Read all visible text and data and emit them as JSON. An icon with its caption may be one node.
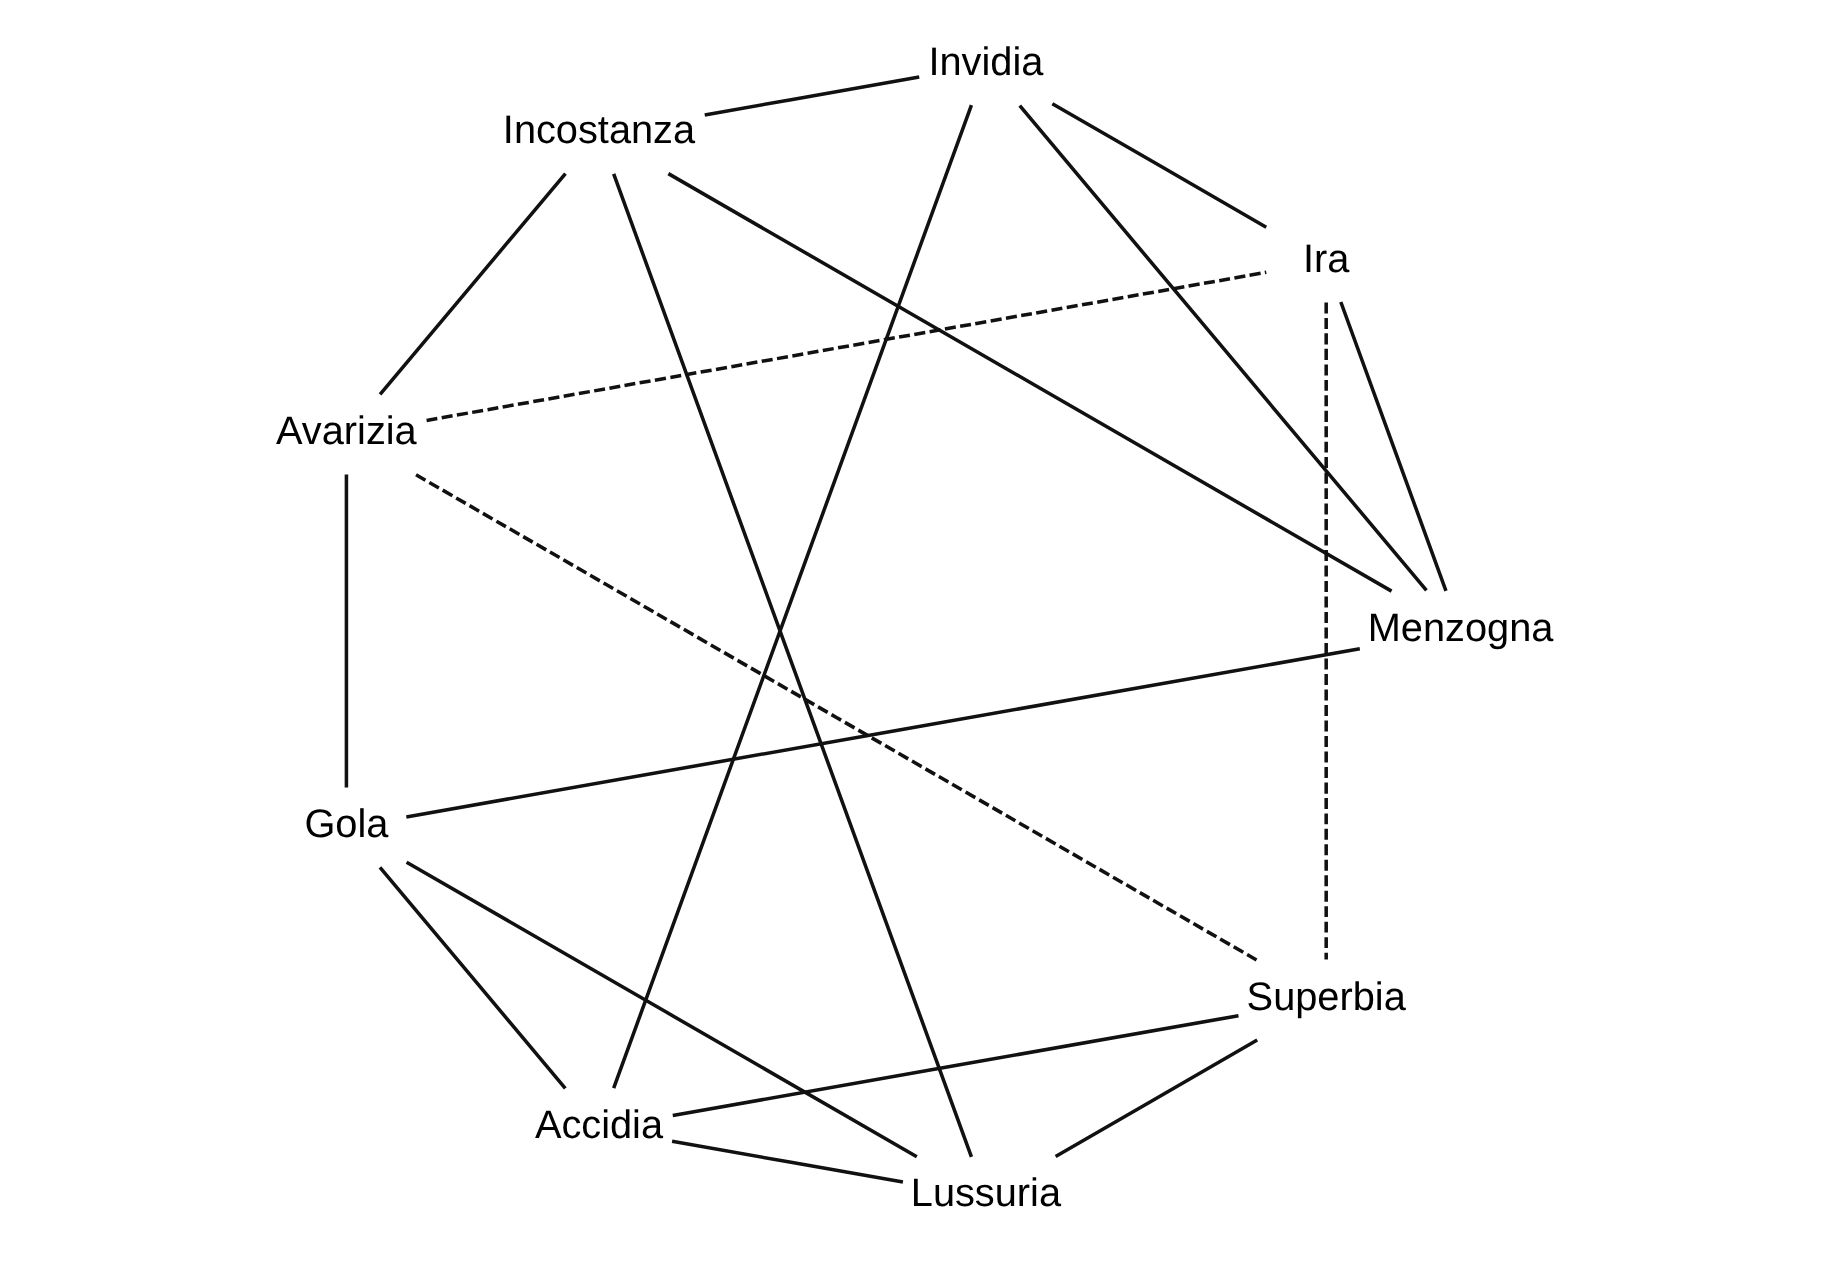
{
  "diagram": {
    "nodes": [
      {
        "text": [
          "Avarizia"
        ]
      },
      {
        "text": [
          "Incostanza"
        ]
      },
      {
        "text": [
          "Gola"
        ]
      },
      {
        "text": [
          "Menzogna"
        ]
      },
      {
        "text": [
          "Lussuria"
        ]
      },
      {
        "text": [
          "Ira"
        ]
      },
      {
        "text": [
          "Superbia"
        ]
      },
      {
        "text": [
          "Invidia"
        ]
      },
      {
        "text": [
          "Accidia"
        ]
      }
    ],
    "edges": [
      {
        "from": 0,
        "to": 2,
        "arrow": "none"
      },
      {
        "from": 2,
        "to": 4,
        "arrow": "none"
      },
      {
        "from": 4,
        "to": 6,
        "arrow": "none"
      },
      {
        "from": 6,
        "to": 8,
        "arrow": "none"
      },
      {
        "from": 8,
        "to": 7,
        "arrow": "none"
      },
      {
        "from": 7,
        "to": 5,
        "arrow": "none"
      },
      {
        "from": 5,
        "to": 3,
        "arrow": "none"
      },
      {
        "from": 3,
        "to": 1,
        "arrow": "none"
      },
      {
        "from": 1,
        "to": 0,
        "arrow": "none"
      },
      {
        "from": 0,
        "to": 5,
        "arrow": "none",
        "style": "dashed"
      },
      {
        "from": 5,
        "to": 6,
        "arrow": "none",
        "style": "dashed"
      },
      {
        "from": 6,
        "to": 0,
        "arrow": "none",
        "style": "dashed"
      },
      {
        "from": 1,
        "to": 4,
        "arrow": "none"
      },
      {
        "from": 1,
        "to": 7,
        "arrow": "none"
      },
      {
        "from": 2,
        "to": 3,
        "arrow": "none"
      },
      {
        "from": 2,
        "to": 8,
        "arrow": "none"
      },
      {
        "from": 3,
        "to": 7,
        "arrow": "none"
      },
      {
        "from": 4,
        "to": 8,
        "arrow": "none"
      }
    ]
  }
}
